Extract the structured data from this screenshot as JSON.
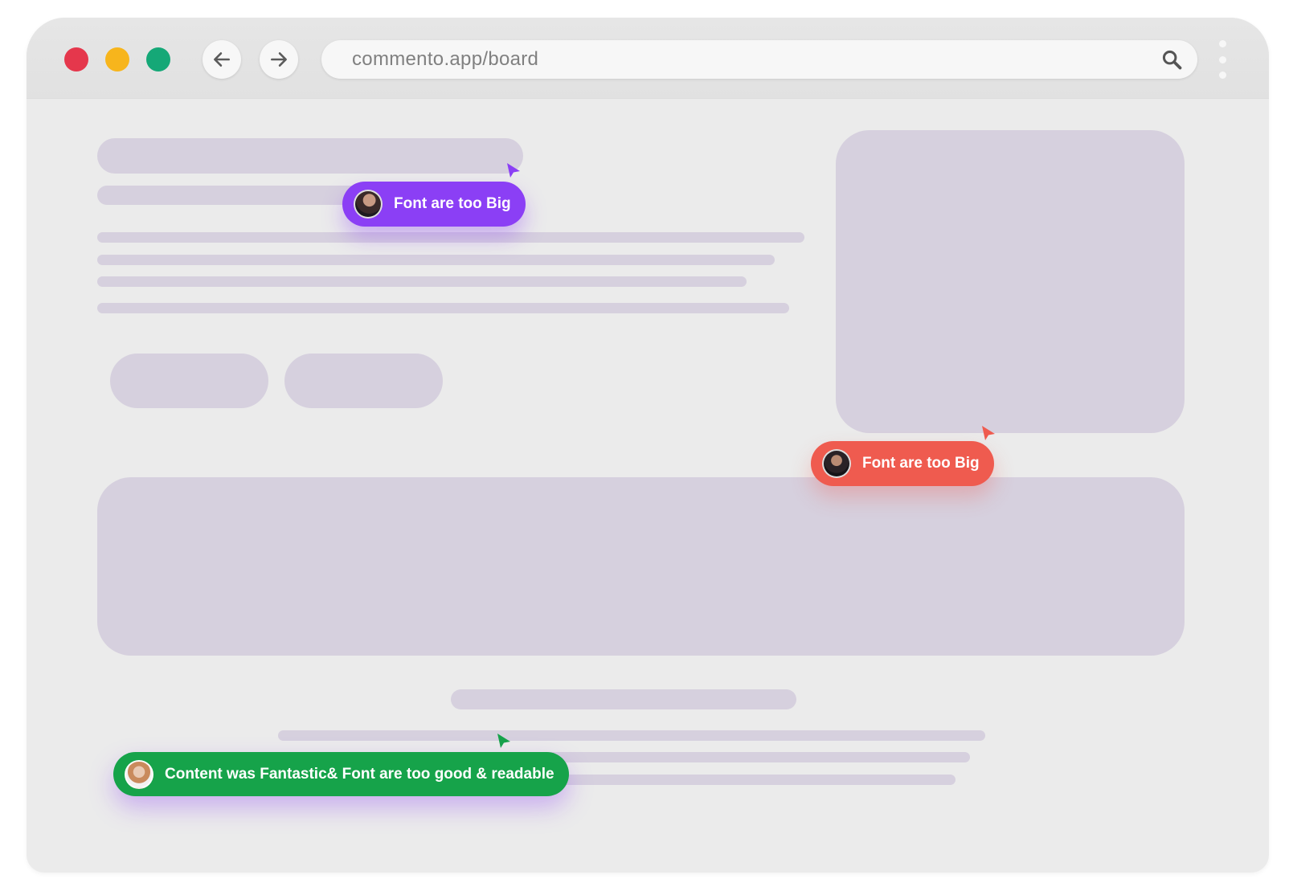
{
  "browser": {
    "url": "commento.app/board",
    "traffic_lights": [
      "#e5374c",
      "#f7b51c",
      "#15a877"
    ],
    "icons": {
      "back": "arrow-left-icon",
      "forward": "arrow-right-icon",
      "search": "search-icon",
      "menu": "vertical-dots-icon"
    }
  },
  "colors": {
    "placeholder": "#d6d0de",
    "purple": "#8b3ff5",
    "red": "#ef5b4f",
    "green": "#16a34a"
  },
  "comments": [
    {
      "id": "c1",
      "text": "Font are too Big",
      "color": "#8b3ff5"
    },
    {
      "id": "c2",
      "text": "Font are too Big",
      "color": "#ef5b4f"
    },
    {
      "id": "c3",
      "text": "Content was Fantastic& Font are too good & readable",
      "color": "#16a34a"
    }
  ]
}
